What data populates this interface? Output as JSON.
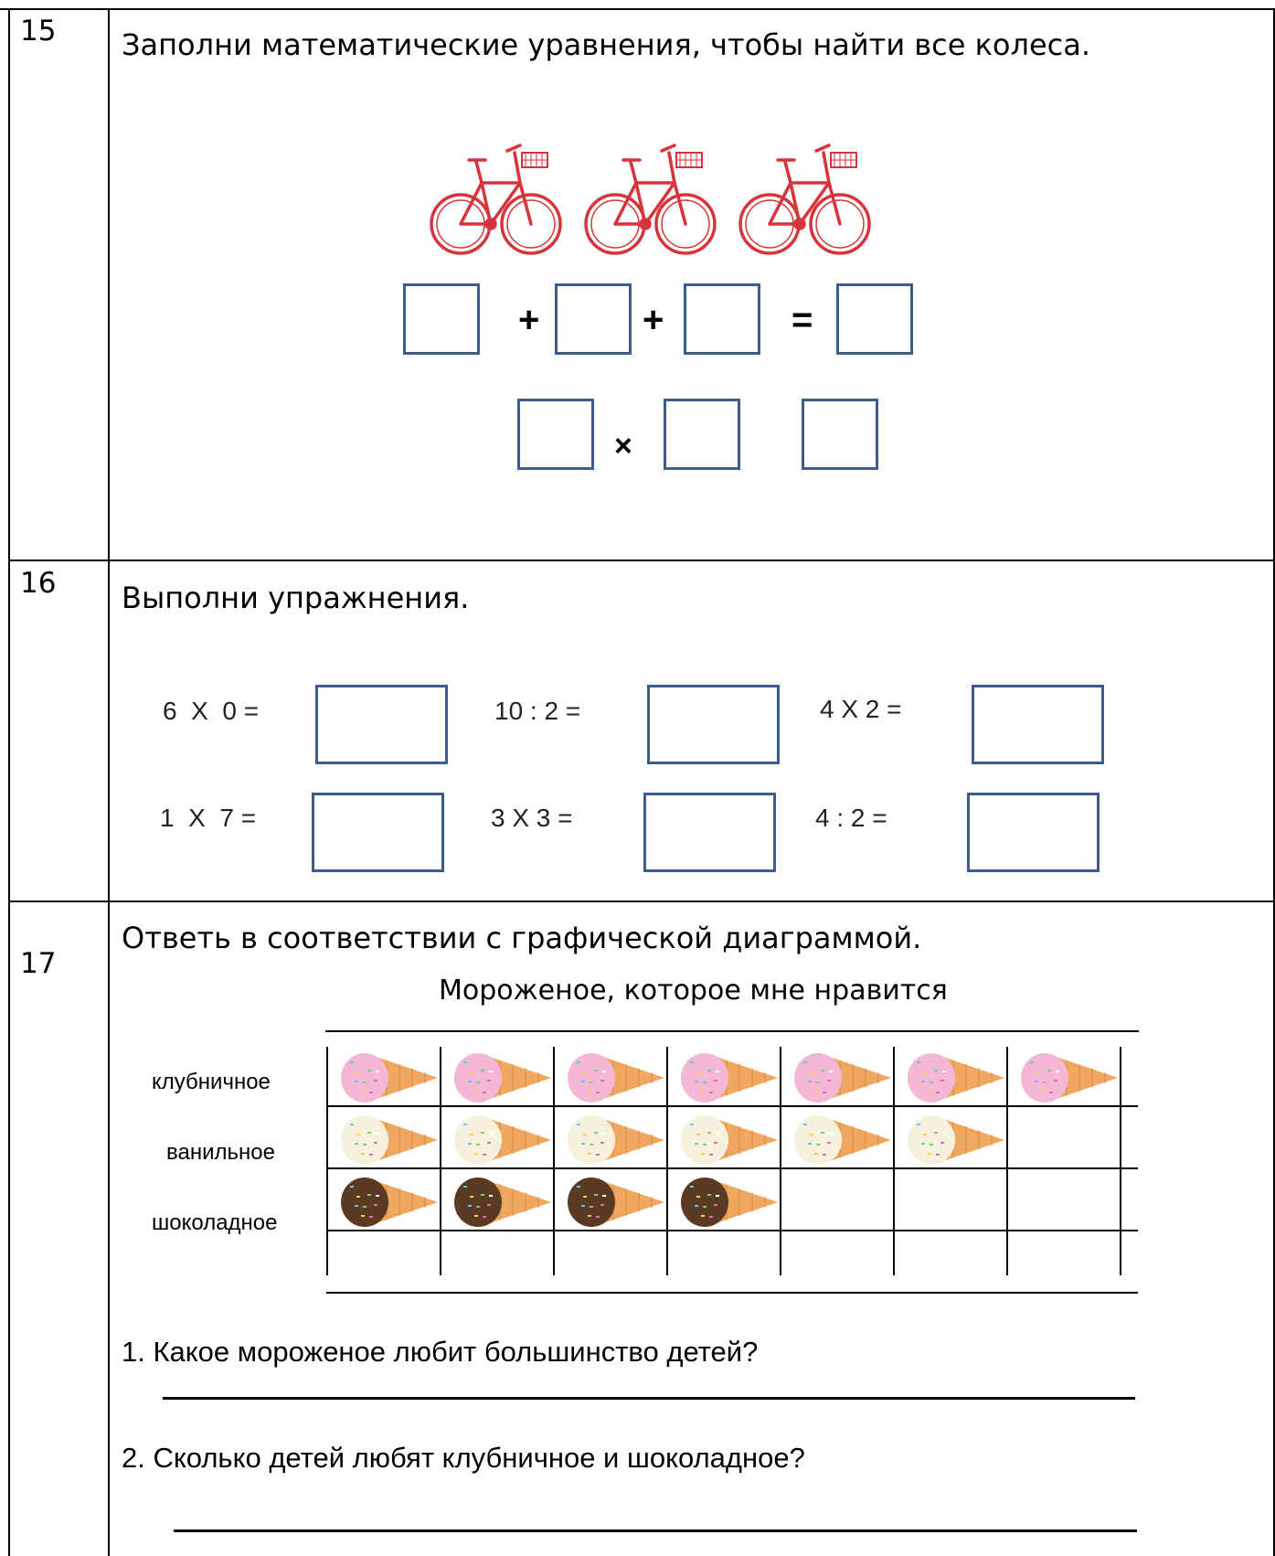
{
  "task15": {
    "number": "15",
    "instruction": "Заполни математические уравнения, чтобы найти все колеса.",
    "bike_icon": "bicycle-icon",
    "bike_count": 3,
    "bike_color": "#d6333b",
    "plus": "+",
    "equals": "=",
    "times": "×"
  },
  "task16": {
    "number": "16",
    "instruction": "Выполни упражнения.",
    "exercises": [
      "6  X  0 =",
      "10 : 2 =",
      "4 X 2 =",
      "1  X  7 =",
      "3 X 3 =",
      "4 : 2 ="
    ]
  },
  "task17": {
    "number": "17",
    "instruction": "Ответь в соответствии с графической диаграммой.",
    "pictograph_title": "Мороженое, которое мне нравится",
    "icon": "ice-cream-icon",
    "rows": [
      {
        "label": "клубничное",
        "count": 7,
        "scoop_color": "#f4b8d6"
      },
      {
        "label": "ванильное",
        "count": 6,
        "scoop_color": "#f6f1dc"
      },
      {
        "label": "шоколадное",
        "count": 4,
        "scoop_color": "#5a3a22"
      }
    ],
    "columns": 7,
    "questions": [
      "1. Какое мороженое любит большинство детей?",
      "2. Сколько детей любят клубничное и шоколадное?"
    ]
  },
  "colors": {
    "box_border": "#3b5d8f",
    "cone": "#f0a860"
  }
}
